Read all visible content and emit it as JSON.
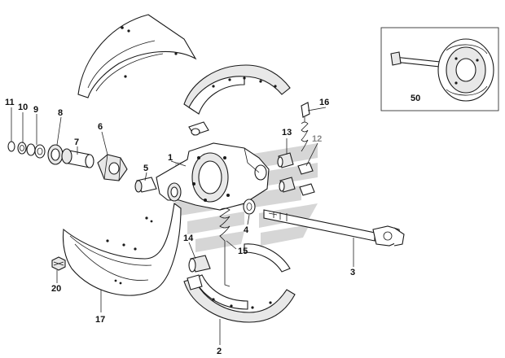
{
  "callouts": {
    "c1": "1",
    "c2": "2",
    "c3": "3",
    "c4": "4",
    "c5": "5",
    "c6": "6",
    "c7": "7",
    "c8": "8",
    "c9": "9",
    "c10": "10",
    "c11": "11",
    "c12": "12",
    "c13": "13",
    "c14": "14",
    "c15": "15",
    "c16": "16",
    "c17": "17",
    "c20": "20",
    "c50": "50"
  },
  "colors": {
    "ink": "#1a1a1a",
    "watermark": "#c9c9c9",
    "muted_label": "#888888"
  }
}
